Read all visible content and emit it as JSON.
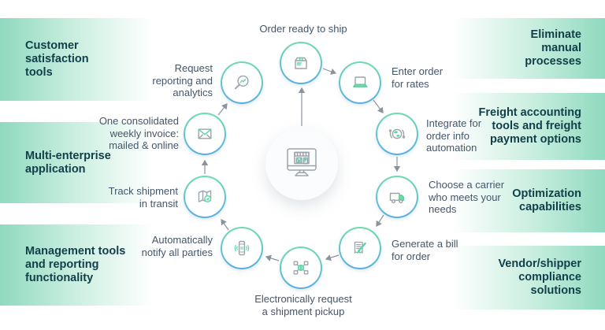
{
  "title": "Order lifecycle automation diagram",
  "palette": {
    "accent_green": "#5fd8a8",
    "accent_blue": "#57ade6",
    "panel_green": "#8fd9bf",
    "icon_gray": "#9ba4ac",
    "side_text": "#12404a",
    "step_text": "#44566a",
    "arrow_gray": "#8b949c"
  },
  "left_panels": [
    {
      "label": "Customer\nsatisfaction\ntools"
    },
    {
      "label": "Multi-enterprise\napplication"
    },
    {
      "label": "Management tools\nand reporting\nfunctionality"
    }
  ],
  "right_panels": [
    {
      "label": "Eliminate\nmanual\nprocesses"
    },
    {
      "label": "Freight accounting\ntools and freight\npayment options"
    },
    {
      "label": "Optimization\ncapabilities"
    },
    {
      "label": "Vendor/shipper\ncompliance\nsolutions"
    }
  ],
  "cycle": {
    "hub_icon": "storefront-monitor-icon",
    "steps": [
      {
        "icon": "package-icon",
        "label": "Order ready to ship"
      },
      {
        "icon": "laptop-icon",
        "label": "Enter order\nfor rates"
      },
      {
        "icon": "globe-sync-icon",
        "label": "Integrate for\norder info\nautomation"
      },
      {
        "icon": "truck-icon",
        "label": "Choose a carrier\nwho meets your\nneeds"
      },
      {
        "icon": "bill-pencil-icon",
        "label": "Generate a bill\nfor order"
      },
      {
        "icon": "network-icon",
        "label": "Electronically request\na shipment pickup"
      },
      {
        "icon": "phone-alert-icon",
        "label": "Automatically\nnotify all parties"
      },
      {
        "icon": "map-icon",
        "label": "Track shipment\nin transit"
      },
      {
        "icon": "envelope-icon",
        "label": "One consolidated\nweekly invoice:\nmailed & online"
      },
      {
        "icon": "magnifier-chart-icon",
        "label": "Request\nreporting and\nanalytics"
      }
    ]
  }
}
